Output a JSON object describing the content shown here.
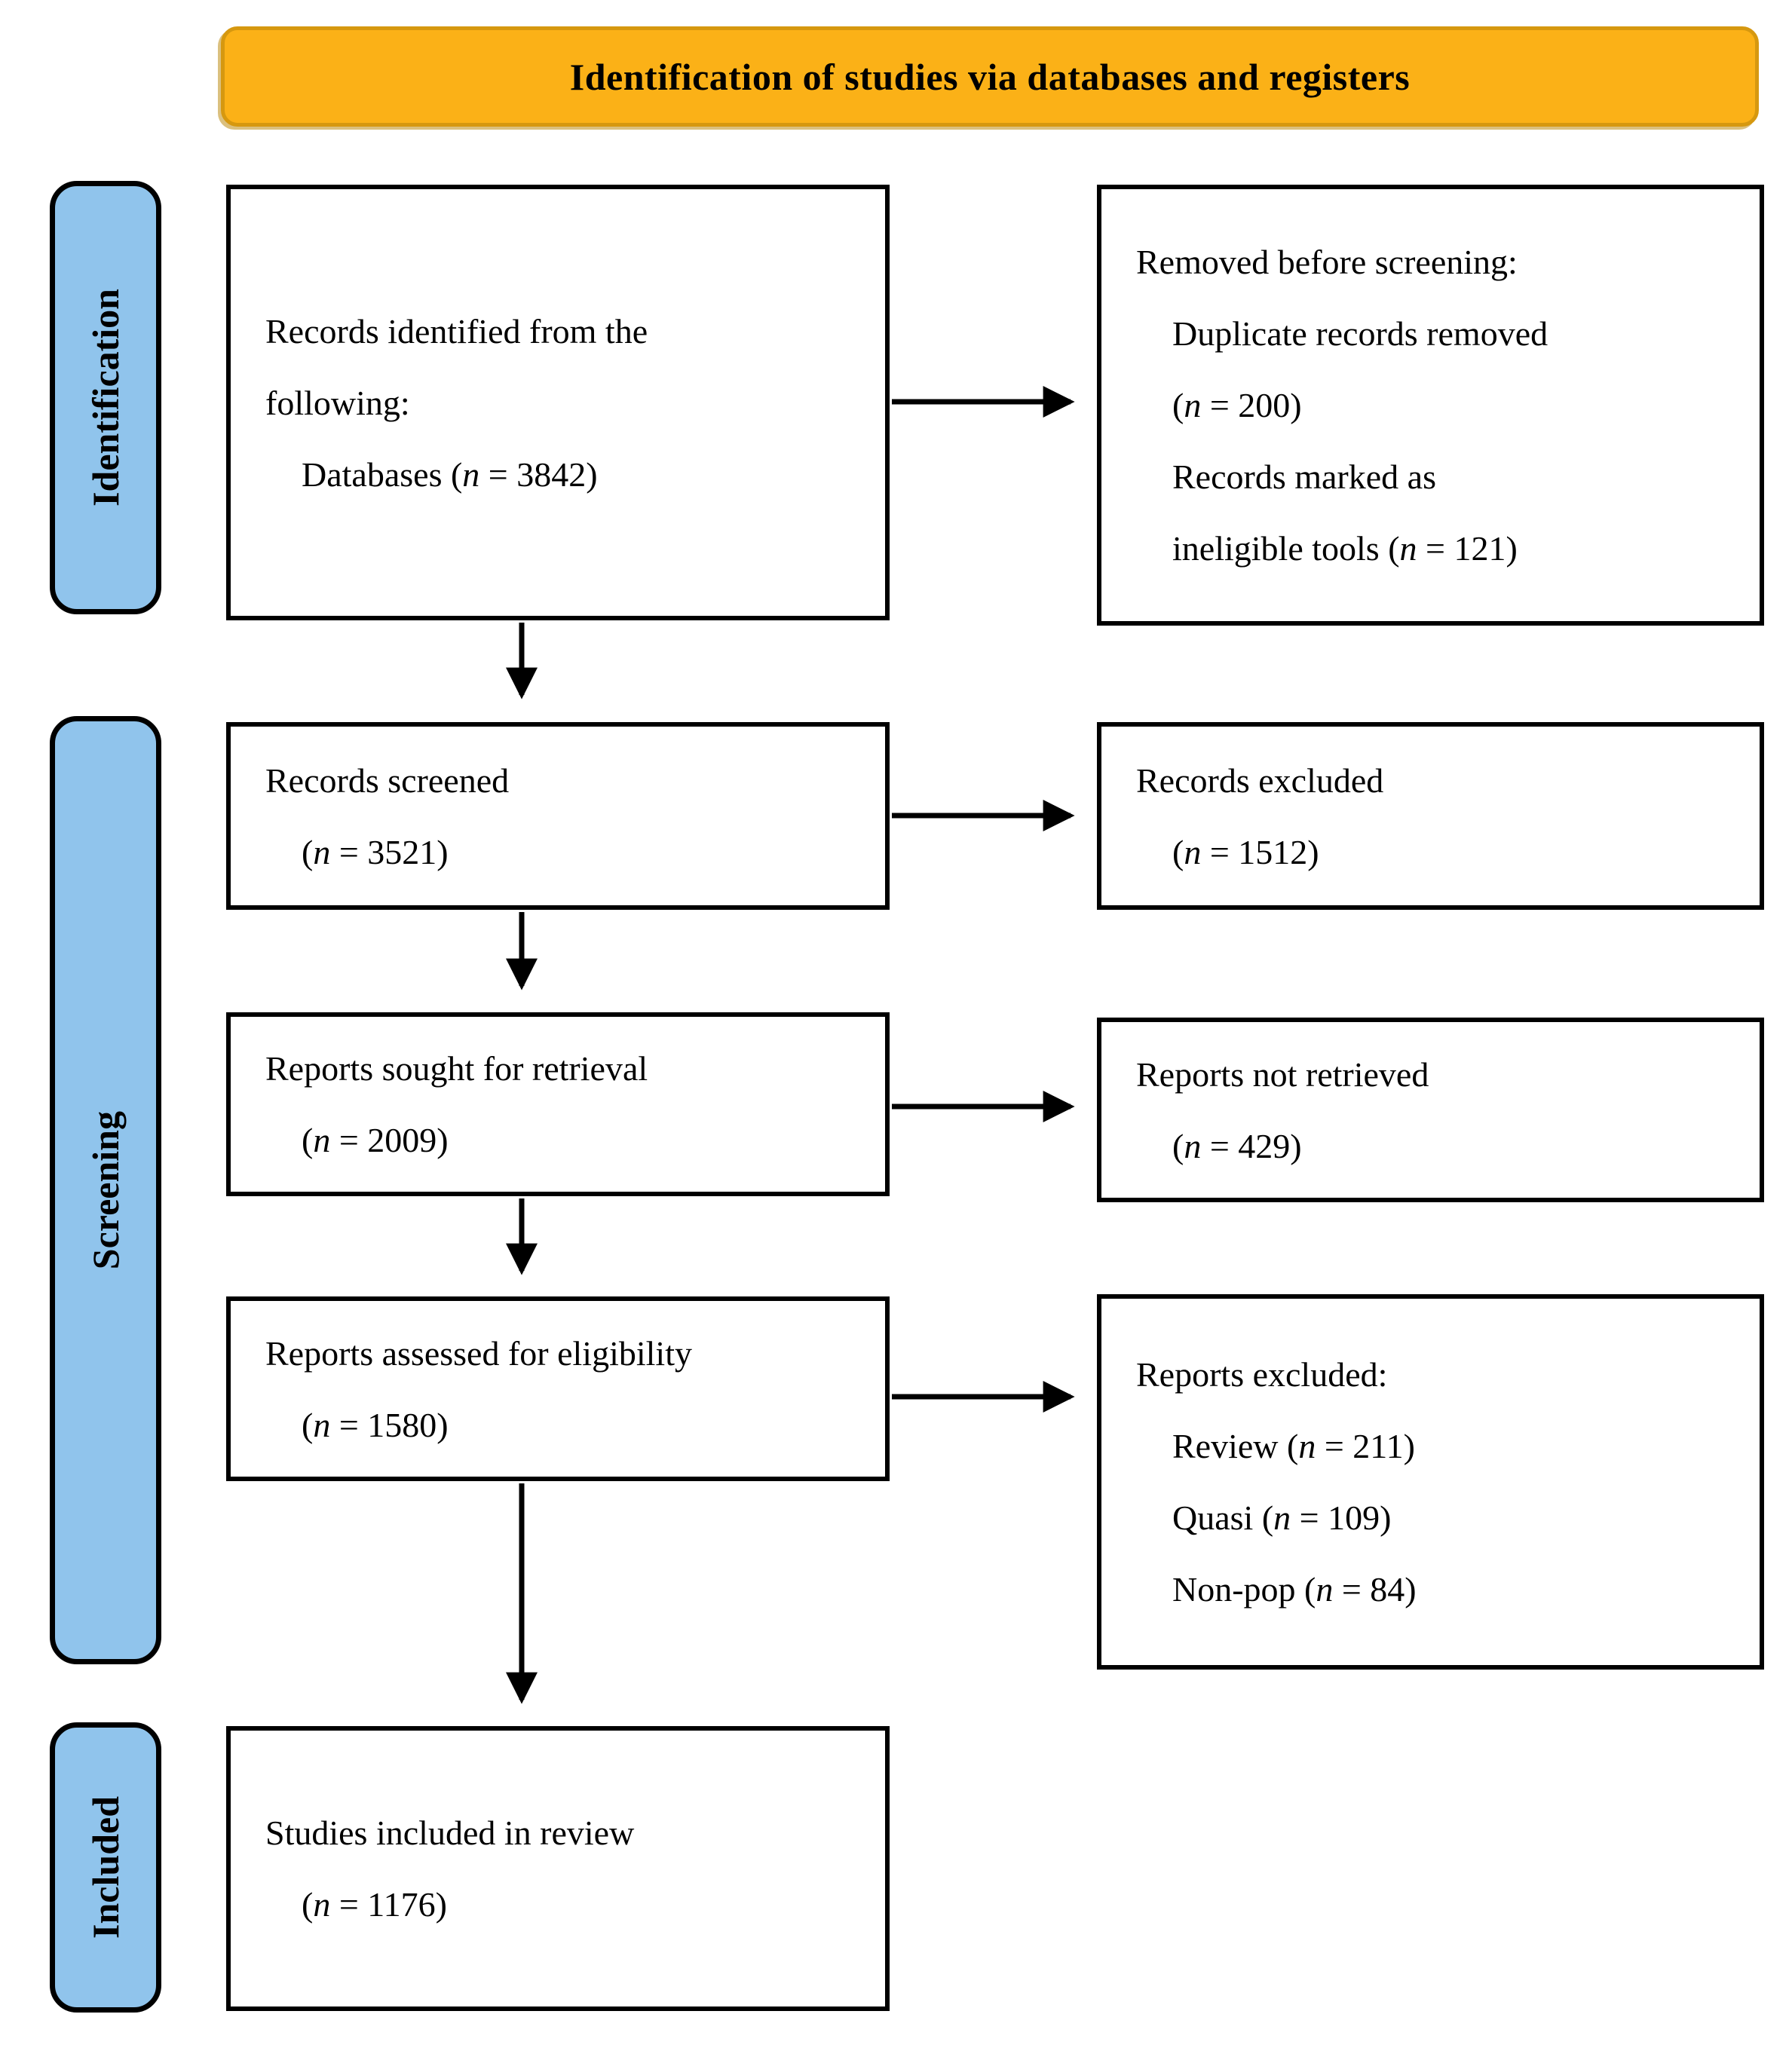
{
  "banner": {
    "title": "Identification of studies via databases and registers"
  },
  "colors": {
    "banner_fill": "#FBB117",
    "banner_border": "#D6980F",
    "stage_fill": "#90C4EC",
    "box_border": "#000000",
    "arrow": "#000000"
  },
  "stages": [
    {
      "label": "Identification"
    },
    {
      "label": "Screening"
    },
    {
      "label": "Included"
    }
  ],
  "boxes": {
    "records_identified": {
      "lines": [
        {
          "text": "Records identified from the",
          "indent": false
        },
        {
          "text": "following:",
          "indent": false
        },
        {
          "text": "Databases (n = 3842)",
          "indent": true
        }
      ]
    },
    "removed_before_screening": {
      "lines": [
        {
          "text": "Removed before screening:",
          "indent": false
        },
        {
          "text": "Duplicate records removed",
          "indent": true
        },
        {
          "text": "(n = 200)",
          "indent": true
        },
        {
          "text": "Records marked as",
          "indent": true
        },
        {
          "text": "ineligible tools (n = 121)",
          "indent": true
        }
      ]
    },
    "records_screened": {
      "lines": [
        {
          "text": "Records screened",
          "indent": false
        },
        {
          "text": "(n = 3521)",
          "indent": true
        }
      ]
    },
    "records_excluded": {
      "lines": [
        {
          "text": "Records excluded",
          "indent": false
        },
        {
          "text": "(n = 1512)",
          "indent": true
        }
      ]
    },
    "reports_sought": {
      "lines": [
        {
          "text": "Reports sought for retrieval",
          "indent": false
        },
        {
          "text": "(n = 2009)",
          "indent": true
        }
      ]
    },
    "reports_not_retrieved": {
      "lines": [
        {
          "text": "Reports not retrieved",
          "indent": false
        },
        {
          "text": "(n = 429)",
          "indent": true
        }
      ]
    },
    "reports_assessed": {
      "lines": [
        {
          "text": "Reports assessed for eligibility",
          "indent": false
        },
        {
          "text": "(n = 1580)",
          "indent": true
        }
      ]
    },
    "reports_excluded": {
      "lines": [
        {
          "text": "Reports excluded:",
          "indent": false
        },
        {
          "text": "Review (n = 211)",
          "indent": true
        },
        {
          "text": "Quasi (n = 109)",
          "indent": true
        },
        {
          "text": "Non-pop (n = 84)",
          "indent": true
        }
      ]
    },
    "studies_included": {
      "lines": [
        {
          "text": "Studies included in review",
          "indent": false
        },
        {
          "text": "(n = 1176)",
          "indent": true
        }
      ]
    }
  }
}
